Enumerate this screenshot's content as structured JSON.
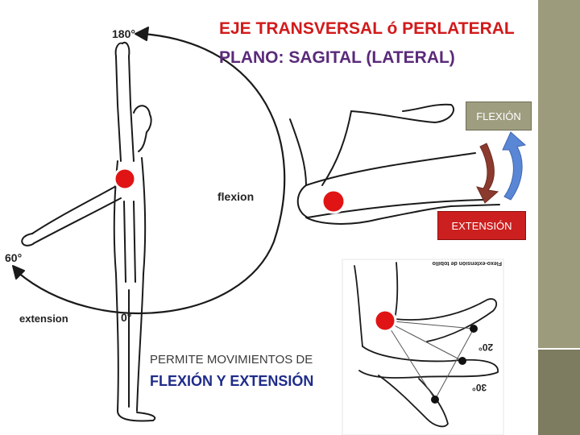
{
  "title": {
    "line1": "EJE TRANSVERSAL ó PERLATERAL",
    "line2": "PLANO: SAGITAL (LATERAL)"
  },
  "labels": {
    "flexion_box": "FLEXIÓN",
    "extension_box": "EXTENSIÓN"
  },
  "caption": {
    "line1": "PERMITE MOVIMIENTOS DE",
    "line2": "FLEXIÓN Y EXTENSIÓN"
  },
  "figure_labels": {
    "deg_180": "180°",
    "flexion": "flexion",
    "deg_60": "60°",
    "extension": "extension",
    "deg_0": "0°",
    "foot_title": "Flexo-extensión de tobillo",
    "deg_20": "20°",
    "deg_30": "30°"
  },
  "colors": {
    "title_line1": "#d11a1a",
    "title_line2": "#5a2a7a",
    "caption_line2": "#1f2c8a",
    "joint_marker": "#e01414",
    "sidebar": "#9c9b7c",
    "arrow_brown": "#8b3a2e",
    "arrow_blue": "#5a86d6"
  }
}
